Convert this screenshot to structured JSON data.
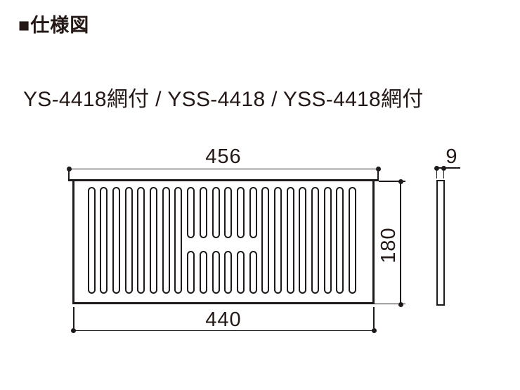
{
  "header": {
    "marker": "■",
    "title": "仕様図"
  },
  "product_line": "YS-4418網付 / YSS-4418 / YSS-4418網付",
  "drawing": {
    "line_color": "#1d1a19",
    "text_color": "#231815",
    "front_view": {
      "width_top_label": "456",
      "width_bottom_label": "440",
      "height_label": "180",
      "slot_groups": {
        "left_long_count": 8,
        "middle_pair_count": 6,
        "right_long_count": 8
      }
    },
    "side_view": {
      "thickness_label": "9"
    }
  }
}
